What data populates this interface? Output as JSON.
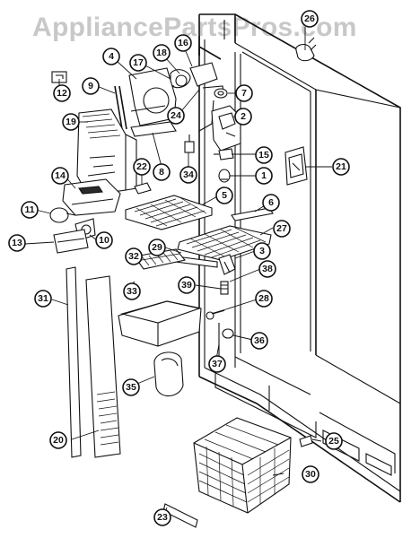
{
  "watermark": "AppliancePartsPros.com",
  "callouts": [
    {
      "id": "26",
      "label": "26"
    },
    {
      "id": "12",
      "label": "12"
    },
    {
      "id": "4",
      "label": "4"
    },
    {
      "id": "17",
      "label": "17"
    },
    {
      "id": "18",
      "label": "18"
    },
    {
      "id": "16",
      "label": "16"
    },
    {
      "id": "9",
      "label": "9"
    },
    {
      "id": "7",
      "label": "7"
    },
    {
      "id": "24",
      "label": "24"
    },
    {
      "id": "19",
      "label": "19"
    },
    {
      "id": "2",
      "label": "2"
    },
    {
      "id": "8",
      "label": "8"
    },
    {
      "id": "34",
      "label": "34"
    },
    {
      "id": "15",
      "label": "15"
    },
    {
      "id": "22",
      "label": "22"
    },
    {
      "id": "1",
      "label": "1"
    },
    {
      "id": "21",
      "label": "21"
    },
    {
      "id": "14",
      "label": "14"
    },
    {
      "id": "5",
      "label": "5"
    },
    {
      "id": "6",
      "label": "6"
    },
    {
      "id": "11",
      "label": "11"
    },
    {
      "id": "27",
      "label": "27"
    },
    {
      "id": "10",
      "label": "10"
    },
    {
      "id": "29",
      "label": "29"
    },
    {
      "id": "13",
      "label": "13"
    },
    {
      "id": "3",
      "label": "3"
    },
    {
      "id": "32",
      "label": "32"
    },
    {
      "id": "38",
      "label": "38"
    },
    {
      "id": "39",
      "label": "39"
    },
    {
      "id": "33",
      "label": "33"
    },
    {
      "id": "28",
      "label": "28"
    },
    {
      "id": "31",
      "label": "31"
    },
    {
      "id": "36",
      "label": "36"
    },
    {
      "id": "37",
      "label": "37"
    },
    {
      "id": "35",
      "label": "35"
    },
    {
      "id": "25",
      "label": "25"
    },
    {
      "id": "30",
      "label": "30"
    },
    {
      "id": "20",
      "label": "20"
    },
    {
      "id": "23",
      "label": "23"
    }
  ]
}
